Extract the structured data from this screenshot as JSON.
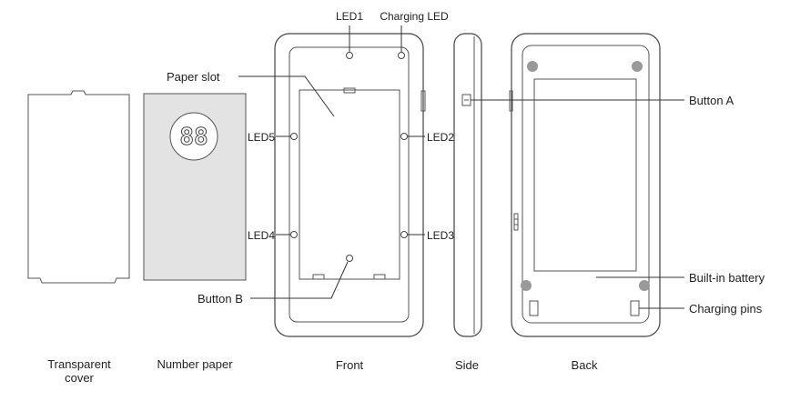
{
  "labels": {
    "led1": "LED1",
    "charging_led": "Charging LED",
    "paper_slot": "Paper slot",
    "led5": "LED5",
    "led2": "LED2",
    "led4": "LED4",
    "led3": "LED3",
    "button_b": "Button B",
    "button_a": "Button A",
    "built_in_battery": "Built-in battery",
    "charging_pins": "Charging pins"
  },
  "captions": {
    "transparent_cover_line1": "Transparent",
    "transparent_cover_line2": "cover",
    "number_paper": "Number paper",
    "front": "Front",
    "side": "Side",
    "back": "Back"
  },
  "number_paper_display": "88",
  "colors": {
    "number_paper_fill": "#e3e3e3",
    "outline": "#444444",
    "corner_dot": "#999999"
  }
}
